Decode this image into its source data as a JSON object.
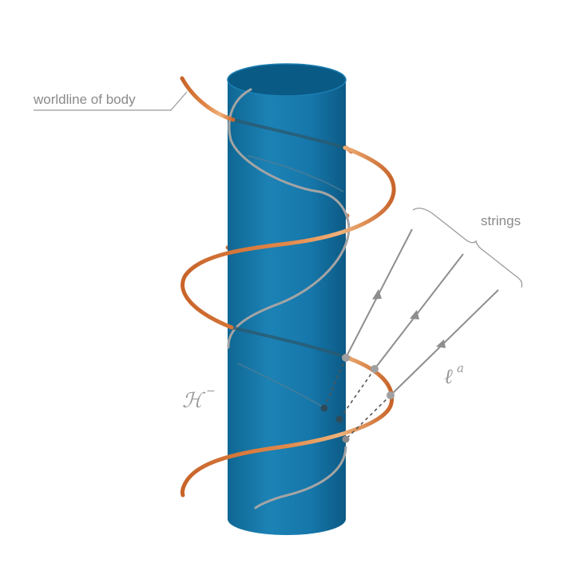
{
  "labels": {
    "worldline": "worldline of body",
    "strings": "strings",
    "horizon": "ℋ",
    "horizon_sup": "−",
    "ell": "ℓ",
    "ell_sup": "a"
  },
  "colors": {
    "cylinder_light": "#2a8dbf",
    "cylinder_dark": "#0d5f8c",
    "cylinder_top": "#0a5a86",
    "helix": "#cc6a2c",
    "helix_highlight": "#f0a565",
    "grey_line": "#9a9a9a",
    "string_line": "#8e8e8e",
    "label_text": "#8a8a8a"
  }
}
